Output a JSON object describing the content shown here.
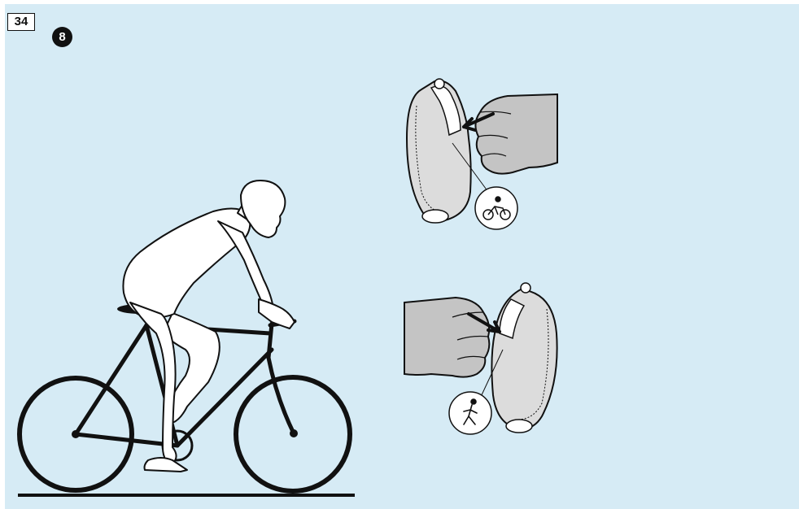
{
  "page": {
    "number": "34",
    "step": "8"
  },
  "illustrations": {
    "cyclist": "cyclist-on-bicycle",
    "top_device": "wrist-device-switch-to-bike-mode",
    "bottom_device": "wrist-device-switch-to-run-mode",
    "top_icon": "bike-icon",
    "bottom_icon": "runner-icon"
  },
  "colors": {
    "background": "#d6ebf5",
    "hand": "#c4c4c4",
    "device": "#dcdcdc",
    "line": "#111111"
  }
}
